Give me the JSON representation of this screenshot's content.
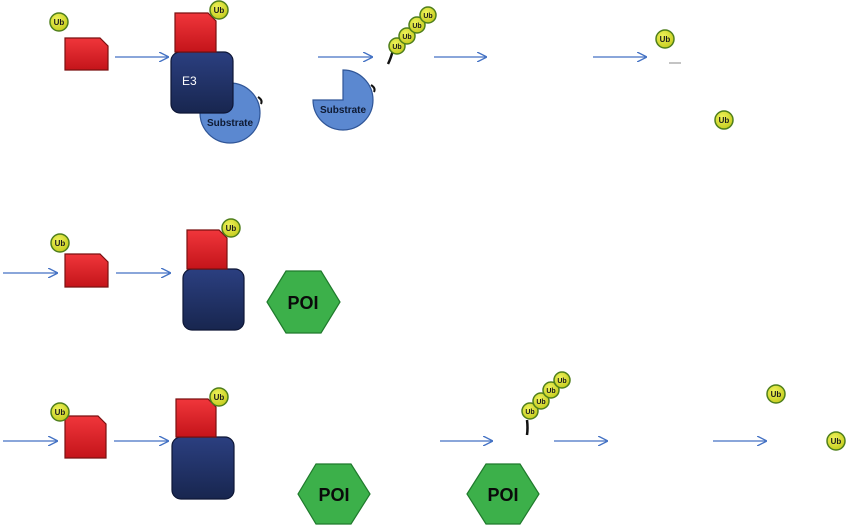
{
  "labels": {
    "ub": "Ub",
    "e3": "E3",
    "substrate": "Substrate",
    "poi": "POI"
  },
  "colors": {
    "arrow": "#4472c4",
    "ub_fill": "#d6dc2a",
    "ub_stroke": "#4f7f1c",
    "red_block": "#e21c22",
    "red_stroke": "#7a1010",
    "navy_block": "#1e2f66",
    "navy_stroke": "#0d1636",
    "substrate_fill": "#5b88d0",
    "substrate_stroke": "#2f5597",
    "poi_fill": "#3cb04a",
    "poi_stroke": "#1f7a2c"
  }
}
